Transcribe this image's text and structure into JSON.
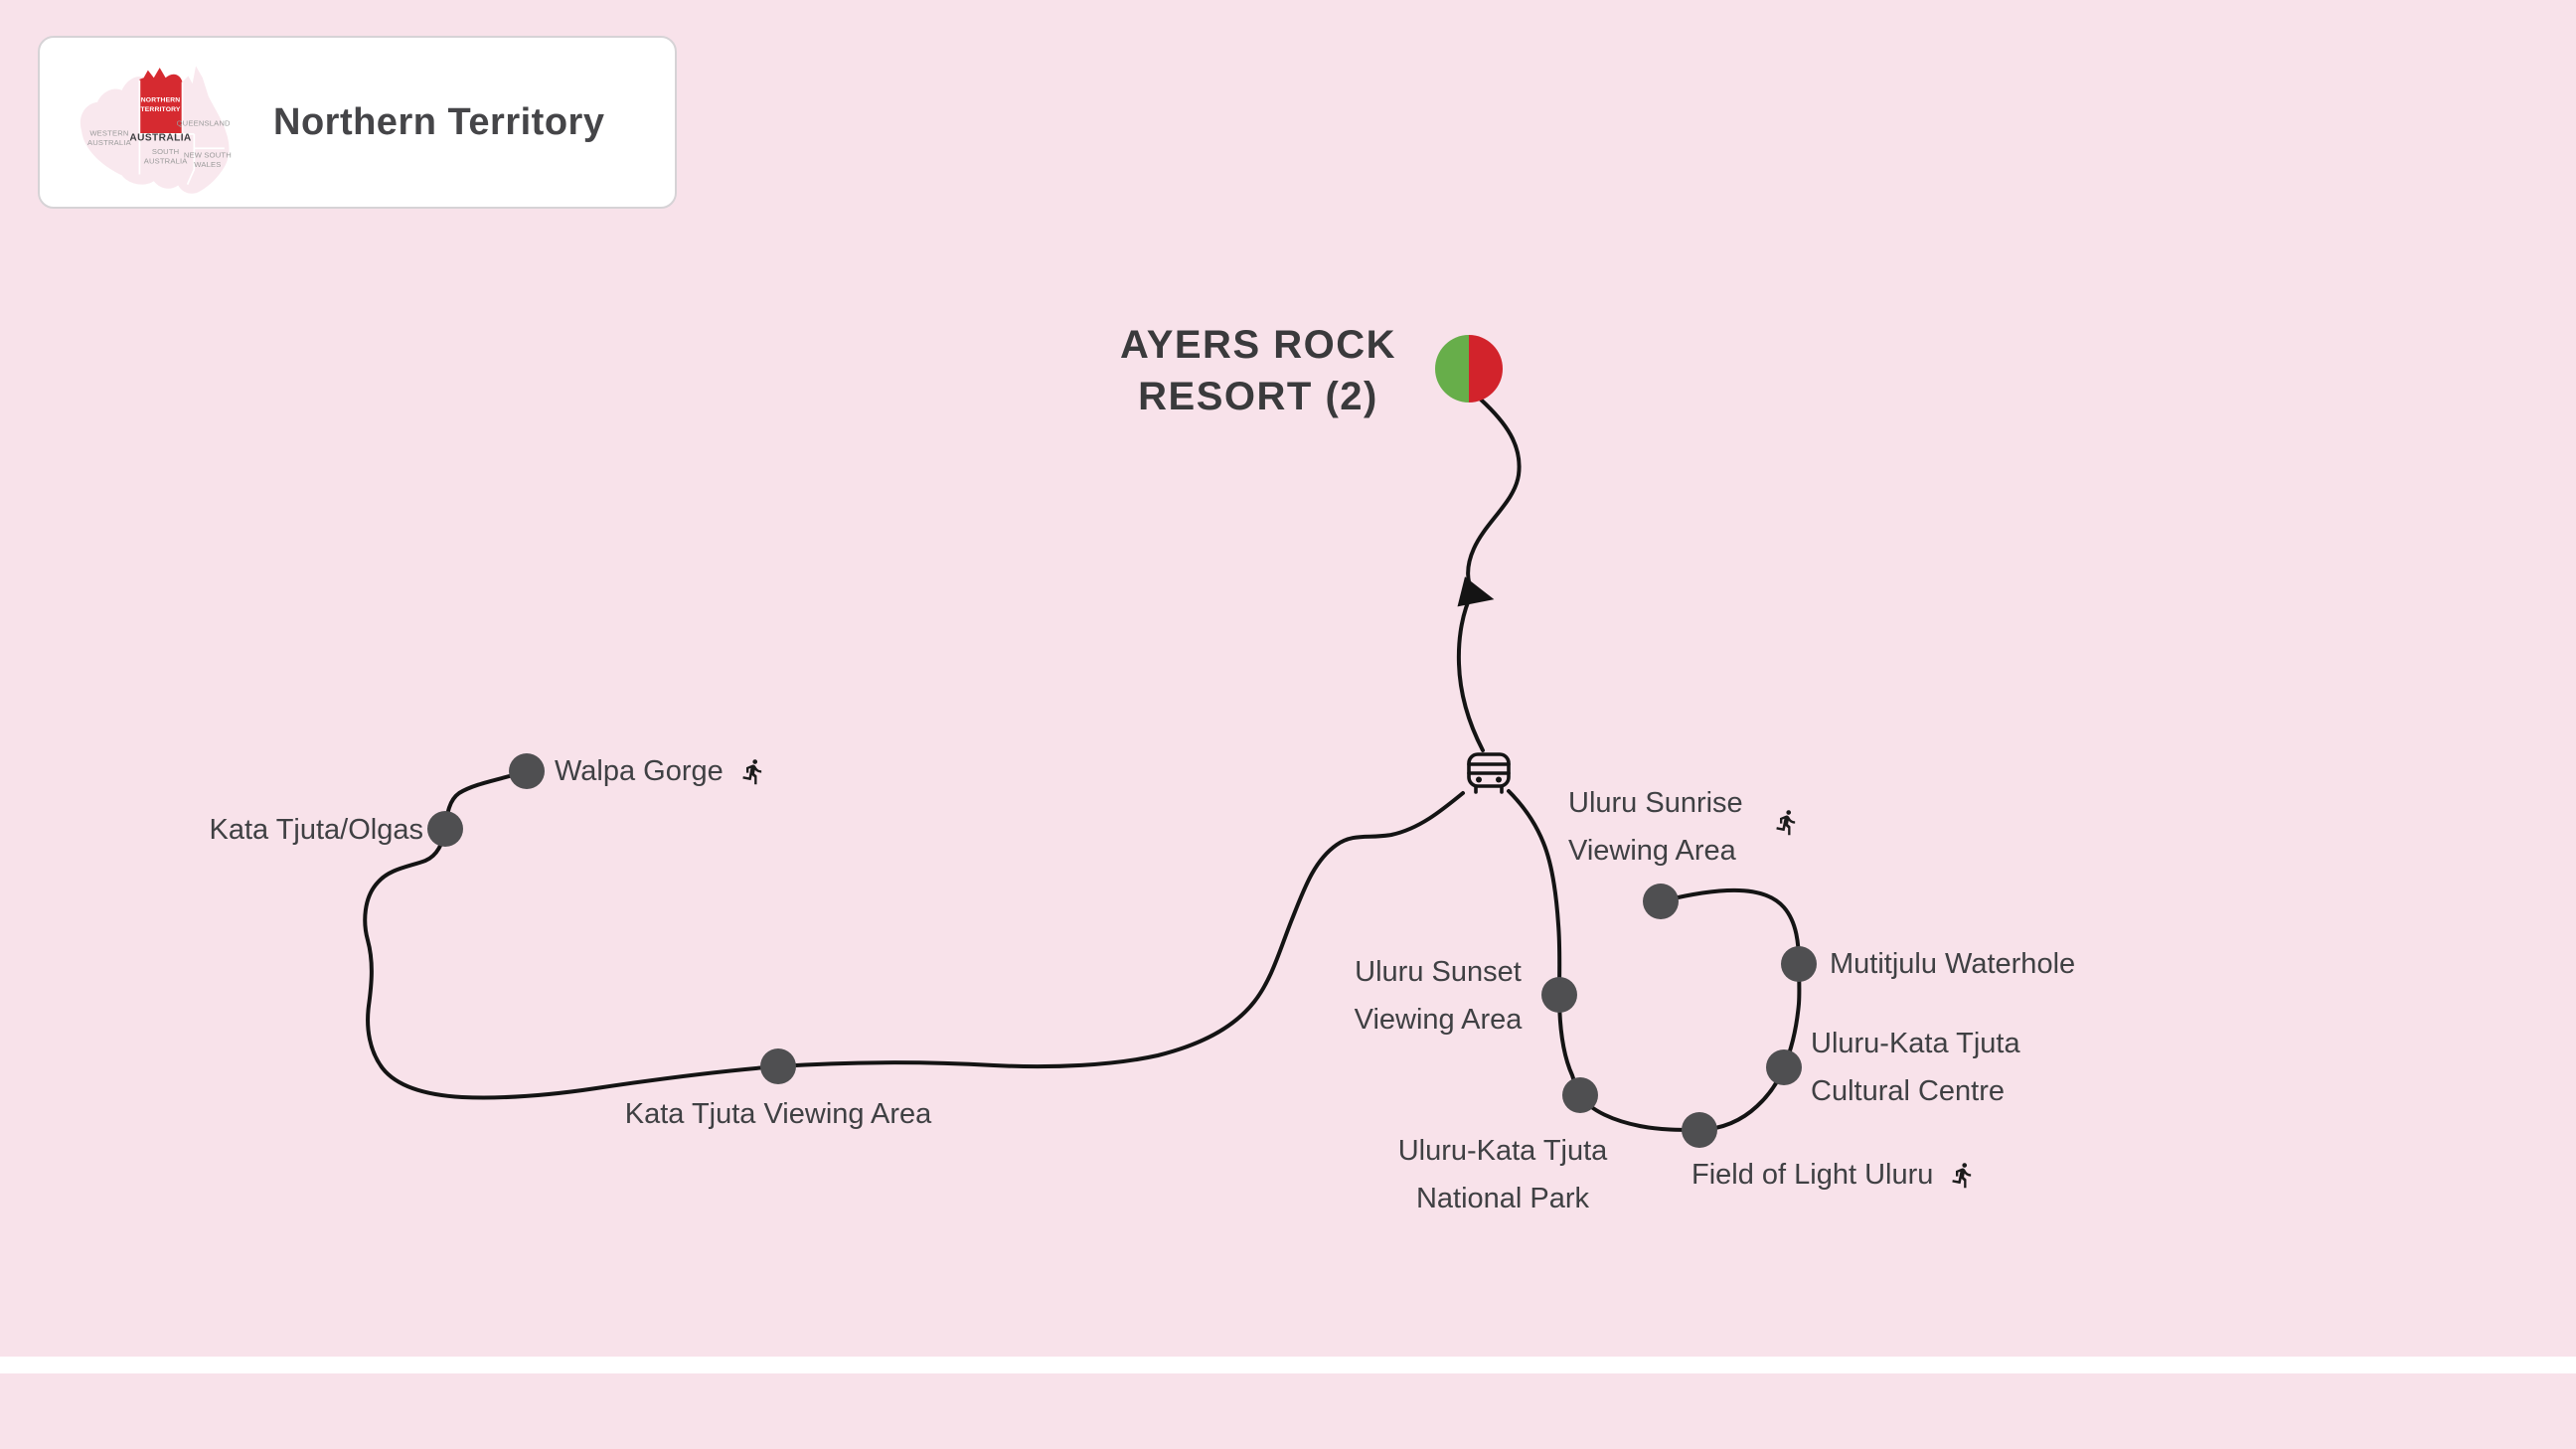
{
  "badge": {
    "title": "Northern Territory",
    "map_labels": {
      "nt": [
        "NORTHERN",
        "TERRITORY"
      ],
      "country": "AUSTRALIA",
      "wa": [
        "WESTERN",
        "AUSTRALIA"
      ],
      "qld": "QUEENSLAND",
      "sa": [
        "SOUTH",
        "AUSTRALIA"
      ],
      "nsw": [
        "NEW SOUTH",
        "WALES"
      ]
    }
  },
  "resort": {
    "name": "Ayers Rock Resort",
    "lines": [
      "AYERS ROCK",
      "RESORT (2)"
    ],
    "nights": "2"
  },
  "stops": [
    {
      "id": "walpa-gorge",
      "lines": [
        "Walpa Gorge"
      ],
      "walker": true
    },
    {
      "id": "kata-tjuta-olgas",
      "lines": [
        "Kata Tjuta/Olgas"
      ],
      "walker": false
    },
    {
      "id": "kata-tjuta-viewing-area",
      "lines": [
        "Kata Tjuta Viewing Area"
      ],
      "walker": false
    },
    {
      "id": "uluru-sunset-viewing-area",
      "lines": [
        "Uluru Sunset",
        "Viewing Area"
      ],
      "walker": false
    },
    {
      "id": "uluru-kata-tjuta-national-park",
      "lines": [
        "Uluru-Kata Tjuta",
        "National Park"
      ],
      "walker": false
    },
    {
      "id": "field-of-light-uluru",
      "lines": [
        "Field of Light Uluru"
      ],
      "walker": true
    },
    {
      "id": "uluru-kata-tjuta-cultural-centre",
      "lines": [
        "Uluru-Kata Tjuta",
        "Cultural Centre"
      ],
      "walker": false
    },
    {
      "id": "mutitjulu-waterhole",
      "lines": [
        "Mutitjulu Waterhole"
      ],
      "walker": false
    },
    {
      "id": "uluru-sunrise-viewing-area",
      "lines": [
        "Uluru Sunrise",
        "Viewing Area"
      ],
      "walker": true
    }
  ],
  "colors": {
    "background": "#f8e2ea",
    "route_line": "#141414",
    "stop_dot": "#4f4f51",
    "marker_green": "#67ae4a",
    "marker_red": "#d2232b",
    "map_highlight_red": "#d62a30",
    "map_land_pink": "#f9e8ee",
    "label_text": "#3f4043"
  }
}
